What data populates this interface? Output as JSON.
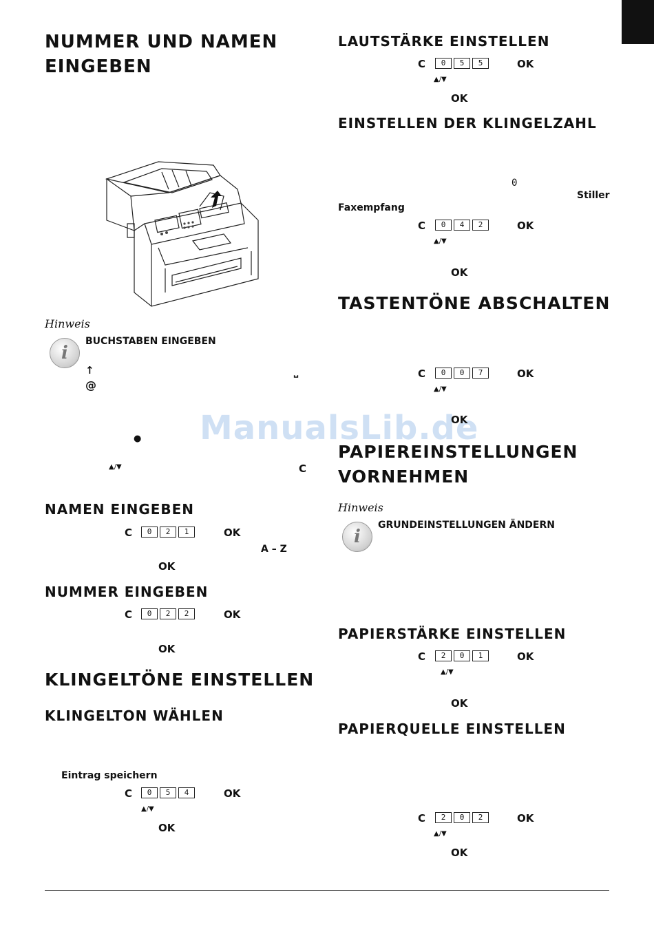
{
  "left": {
    "heading_main": [
      "NUMMER UND NAMEN",
      "EINGEBEN"
    ],
    "hinweis": "Hinweis",
    "note_title": "BUCHSTABEN EINGEBEN",
    "note_sym_shift": "↑",
    "note_sym_space": "⎵",
    "note_sym_at": "@",
    "note_sym_dot": "●",
    "note_sym_arrows": "▲/▼",
    "note_sym_c": "C",
    "namen": {
      "title": "NAMEN EINGEBEN",
      "c": "C",
      "keys": [
        "0",
        "2",
        "1"
      ],
      "ok1": "OK",
      "range": "A – Z",
      "ok2": "OK"
    },
    "nummer": {
      "title": "NUMMER EINGEBEN",
      "c": "C",
      "keys": [
        "0",
        "2",
        "2"
      ],
      "ok1": "OK",
      "ok2": "OK"
    },
    "klingeltoene_title": "KLINGELTÖNE EINSTELLEN",
    "klingelton": {
      "title": "KLINGELTON WÄHLEN",
      "eintrag": "Eintrag speichern",
      "c": "C",
      "keys": [
        "0",
        "5",
        "4"
      ],
      "ok1": "OK",
      "arrows": "▲/▼",
      "ok2": "OK"
    }
  },
  "right": {
    "laut": {
      "title": "LAUTSTÄRKE EINSTELLEN",
      "c": "C",
      "keys": [
        "0",
        "5",
        "5"
      ],
      "ok1": "OK",
      "arrows": "▲/▼",
      "ok2": "OK"
    },
    "klingelzahl": {
      "title": "EINSTELLEN DER KLINGELZAHL",
      "zero": "0",
      "stiller": "Stiller",
      "faxempfang": "Faxempfang",
      "c": "C",
      "keys": [
        "0",
        "4",
        "2"
      ],
      "ok1": "OK",
      "arrows": "▲/▼",
      "ok2": "OK"
    },
    "tasten": {
      "title": "TASTENTÖNE ABSCHALTEN",
      "c": "C",
      "keys": [
        "0",
        "0",
        "7"
      ],
      "ok1": "OK",
      "arrows": "▲/▼",
      "ok2": "OK"
    },
    "papier_main": [
      "PAPIEREINSTELLUNGEN",
      "VORNEHMEN"
    ],
    "hinweis": "Hinweis",
    "note_title": "GRUNDEINSTELLUNGEN ÄNDERN",
    "staerke": {
      "title": "PAPIERSTÄRKE EINSTELLEN",
      "c": "C",
      "keys": [
        "2",
        "0",
        "1"
      ],
      "ok1": "OK",
      "arrows": "▲/▼",
      "ok2": "OK"
    },
    "quelle": {
      "title": "PAPIERQUELLE EINSTELLEN",
      "c": "C",
      "keys": [
        "2",
        "0",
        "2"
      ],
      "ok1": "OK",
      "arrows": "▲/▼",
      "ok2": "OK"
    }
  },
  "watermark": "ManualsLib.de"
}
